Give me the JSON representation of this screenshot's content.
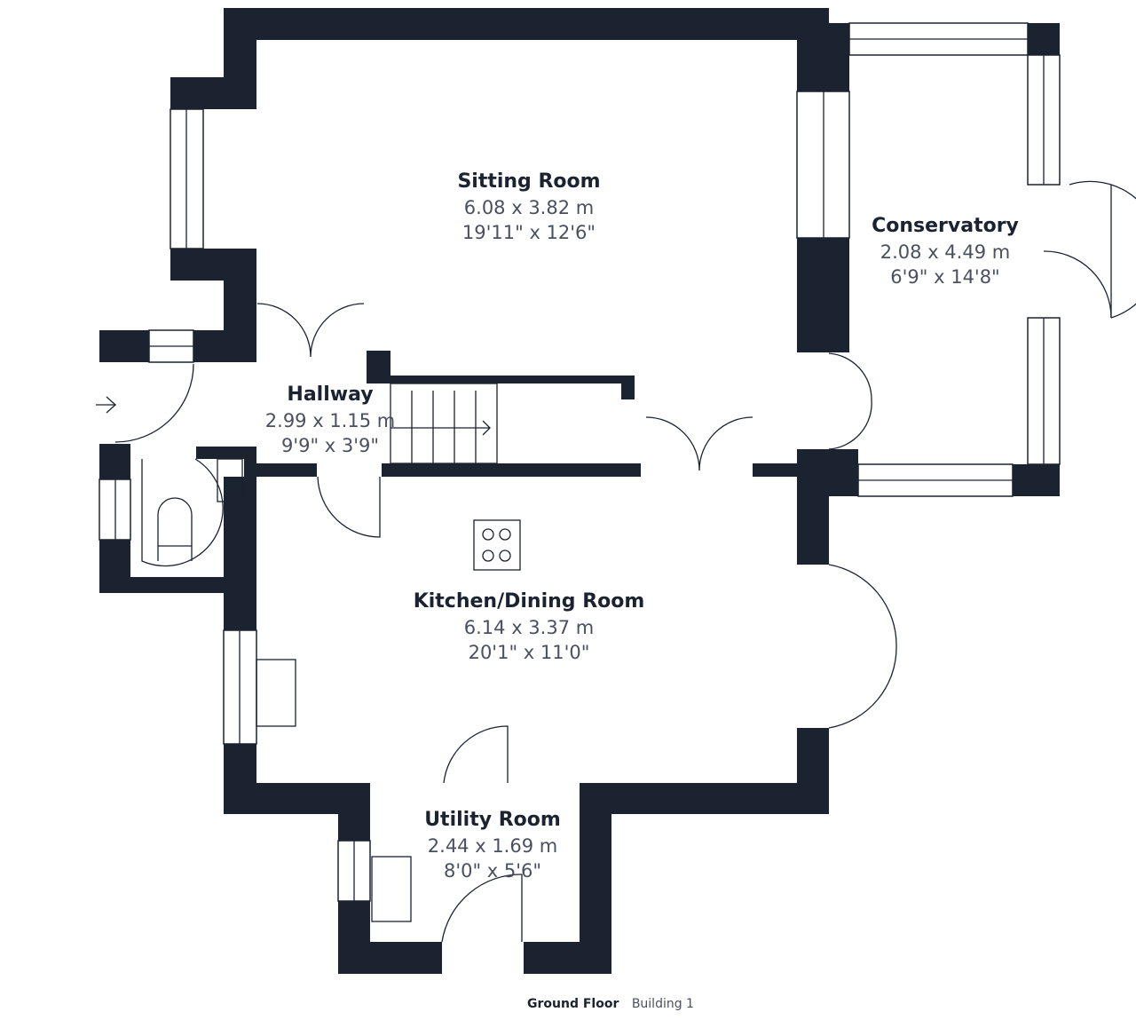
{
  "rooms": {
    "sitting": {
      "name": "Sitting Room",
      "metric": "6.08 x 3.82 m",
      "imperial": "19'11\" x 12'6\""
    },
    "conservatory": {
      "name": "Conservatory",
      "metric": "2.08 x 4.49 m",
      "imperial": "6'9\" x 14'8\""
    },
    "hallway": {
      "name": "Hallway",
      "metric": "2.99 x 1.15 m",
      "imperial": "9'9\" x 3'9\""
    },
    "kitchen": {
      "name": "Kitchen/Dining Room",
      "metric": "6.14 x 3.37 m",
      "imperial": "20'1\" x 11'0\""
    },
    "utility": {
      "name": "Utility Room",
      "metric": "2.44 x 1.69 m",
      "imperial": "8'0\" x 5'6\""
    }
  },
  "footer": {
    "floor": "Ground Floor",
    "building": "Building 1"
  },
  "colors": {
    "wall": "#1b2230",
    "text": "#4a5060"
  }
}
